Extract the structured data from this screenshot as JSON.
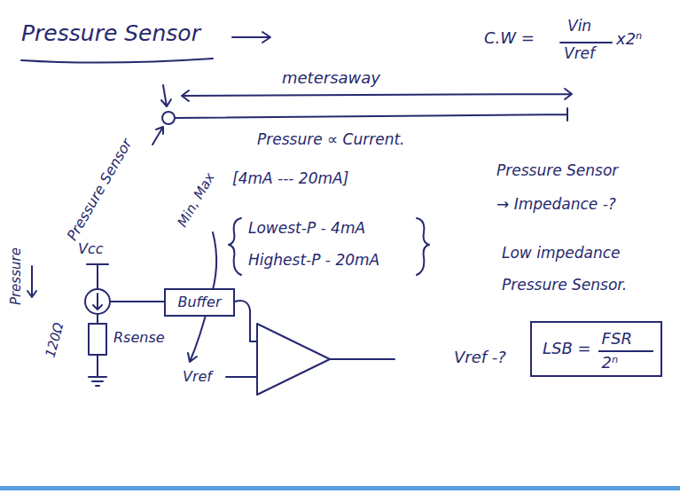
{
  "diagram": {
    "title": "Pressure Sensor",
    "nodes": [
      {
        "text": [
          "Buffer"
        ]
      },
      {
        "text": [
          "LSB =",
          "FSR",
          "2ⁿ"
        ]
      }
    ],
    "labels": [
      "C.W =",
      "Vin",
      "Vref",
      "x2ⁿ",
      "metersaway",
      "Pressure Sensor",
      "Pressure ∝ Current.",
      "[4mA --- 20mA]",
      "Min, Max",
      "Lowest-P - 4mA",
      "Highest-P - 20mA",
      "Pressure Sensor",
      "→ Impedance -?",
      "Low impedance",
      "Pressure Sensor.",
      "Vref -?",
      "Pressure",
      "Vcc",
      "120Ω",
      "Rsense",
      "Vref"
    ]
  }
}
